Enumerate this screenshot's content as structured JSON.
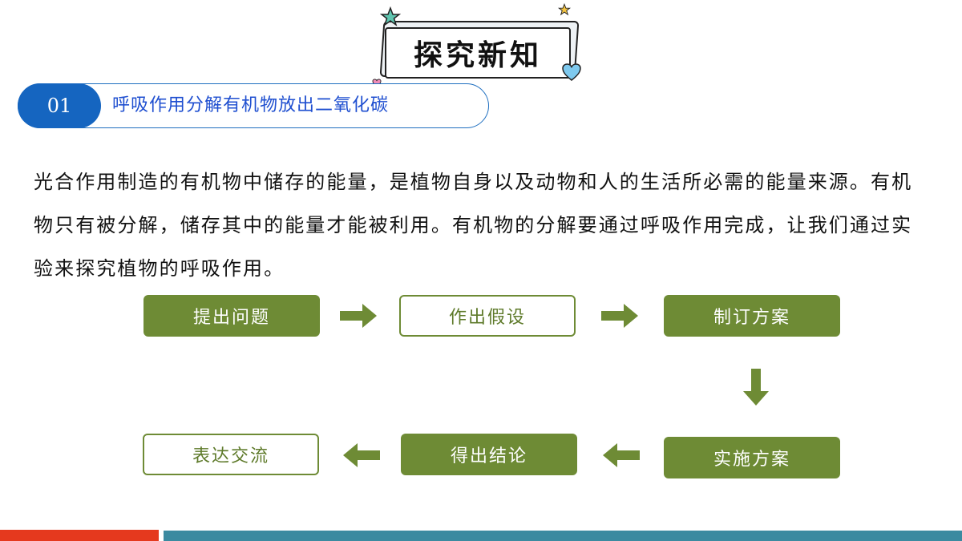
{
  "banner": {
    "title": "探究新知"
  },
  "section": {
    "number": "01",
    "title": "呼吸作用分解有机物放出二氧化碳"
  },
  "paragraph": "光合作用制造的有机物中储存的能量，是植物自身以及动物和人的生活所必需的能量来源。有机物只有被分解，储存其中的能量才能被利用。有机物的分解要通过呼吸作用完成，让我们通过实验来探究植物的呼吸作用。",
  "flow": {
    "steps": [
      "提出问题",
      "作出假设",
      "制订方案",
      "实施方案",
      "得出结论",
      "表达交流"
    ]
  },
  "colors": {
    "accent_green": "#6e8b35",
    "section_blue": "#1565c0",
    "bar_red": "#e5391e",
    "bar_teal": "#3b8aa0"
  }
}
